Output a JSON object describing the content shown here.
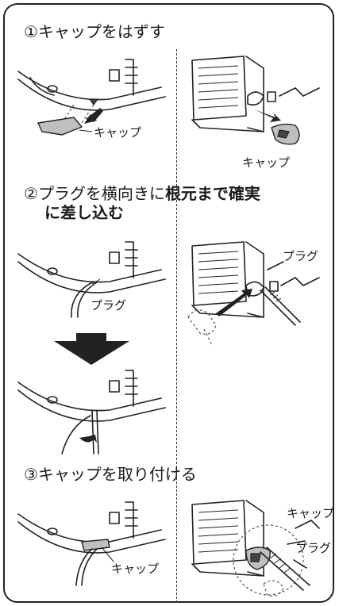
{
  "steps": [
    {
      "number": "①",
      "title": "キャップをはずす"
    },
    {
      "number": "②",
      "title_plain": "プラグを横向きに",
      "title_bold_1": "根元まで確実",
      "title_bold_2": "に差し込む"
    },
    {
      "number": "③",
      "title": "キャップを取り付ける"
    }
  ],
  "labels": {
    "cap": "キャップ",
    "plug": "プラグ"
  }
}
